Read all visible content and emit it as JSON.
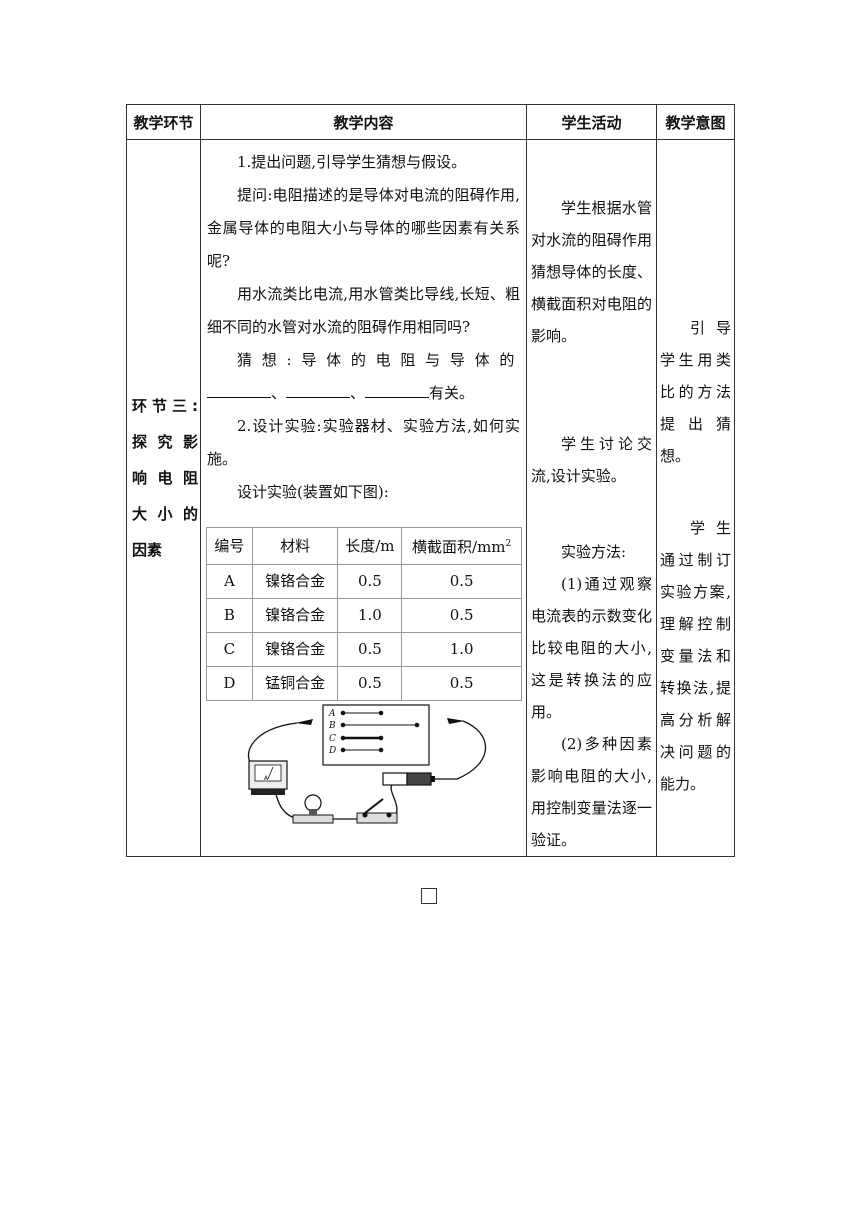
{
  "headers": {
    "stage": "教学环节",
    "content": "教学内容",
    "activity": "学生活动",
    "intent": "教学意图"
  },
  "stage": {
    "line1": "环节三:",
    "line2": "探究影",
    "line3": "响电阻",
    "line4": "大小的",
    "line5": "因素"
  },
  "content": {
    "p1": "1.提出问题,引导学生猜想与假设。",
    "p2": "提问:电阻描述的是导体对电流的阻碍作用,金属导体的电阻大小与导体的哪些因素有关系呢?",
    "p3": "用水流类比电流,用水管类比导线,长短、粗细不同的水管对水流的阻碍作用相同吗?",
    "p4_a": "猜想:导体的电阻与导体的",
    "p4_sep1": "、",
    "p4_sep2": "、",
    "p4_end": "有关。",
    "p5": "2.设计实验:实验器材、实验方法,如何实施。",
    "p6": "设计实验(装置如下图):"
  },
  "data_table": {
    "headers": [
      "编号",
      "材料",
      "长度/m",
      "横截面积/mm"
    ],
    "header_sup": "2",
    "rows": [
      [
        "A",
        "镍铬合金",
        "0.5",
        "0.5"
      ],
      [
        "B",
        "镍铬合金",
        "1.0",
        "0.5"
      ],
      [
        "C",
        "镍铬合金",
        "0.5",
        "1.0"
      ],
      [
        "D",
        "锰铜合金",
        "0.5",
        "0.5"
      ]
    ]
  },
  "circuit": {
    "labels": [
      "A",
      "B",
      "C",
      "D"
    ],
    "meter_symbol": "A"
  },
  "activity": {
    "p1": "学生根据水管对水流的阻碍作用猜想导体的长度、横截面积对电阻的影响。",
    "p2": "学生讨论交流,设计实验。",
    "p3": "实验方法:",
    "p4": "(1)通过观察电流表的示数变化比较电阻的大小,这是转换法的应用。",
    "p5": "(2)多种因素影响电阻的大小,用控制变量法逐一验证。"
  },
  "intent": {
    "p1": "引导学生用类比的方法提出猜想。",
    "p2": "学生通过制订实验方案,理解控制变量法和转换法,提高分析解决问题的能力。"
  }
}
